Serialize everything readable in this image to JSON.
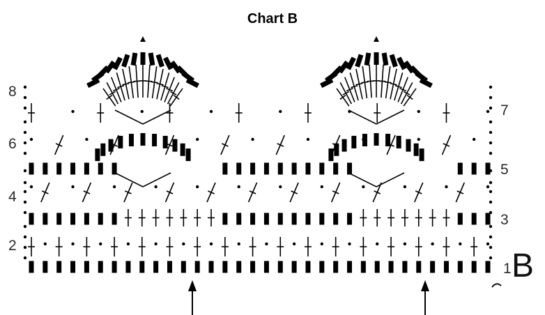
{
  "chart_title": "Chart B",
  "row_labels_left": [
    "8",
    "6",
    "4",
    "2"
  ],
  "row_labels_right": [
    "7",
    "5",
    "3",
    "1"
  ],
  "corner_label": "B",
  "symbols": {
    "chain": "dot",
    "single_crochet": "plus",
    "double_crochet": "crossed-stem",
    "picot": "triangle",
    "block": "filled-bar"
  },
  "repeat_markers": 2,
  "ink_color": "#000000"
}
